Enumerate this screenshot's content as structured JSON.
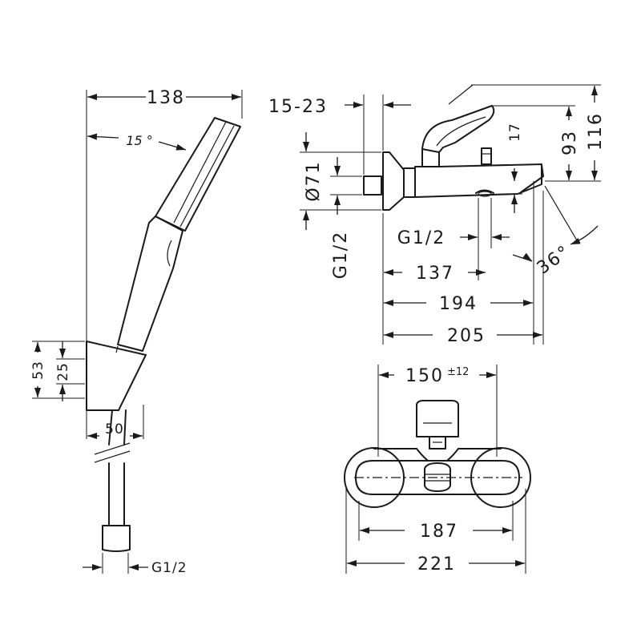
{
  "hand_shower": {
    "width": "138",
    "angle": "15 °",
    "holder_height": "53",
    "holder_inner": "25",
    "holder_width": "50",
    "connection": "G1/2"
  },
  "mixer_side": {
    "inlet_range": "15-23",
    "rosette_diameter": "Ø71",
    "inlet_thread": "G1/2",
    "lever_height": "93",
    "total_height": "116",
    "spout_offset": "17",
    "outlet_thread": "G1/2",
    "spout_angle": "36°",
    "spout_projection": "137",
    "depth": "194",
    "total_depth": "205"
  },
  "mixer_front": {
    "center_distance": "150",
    "center_tolerance": "±12",
    "inner_width": "187",
    "outer_width": "221"
  }
}
